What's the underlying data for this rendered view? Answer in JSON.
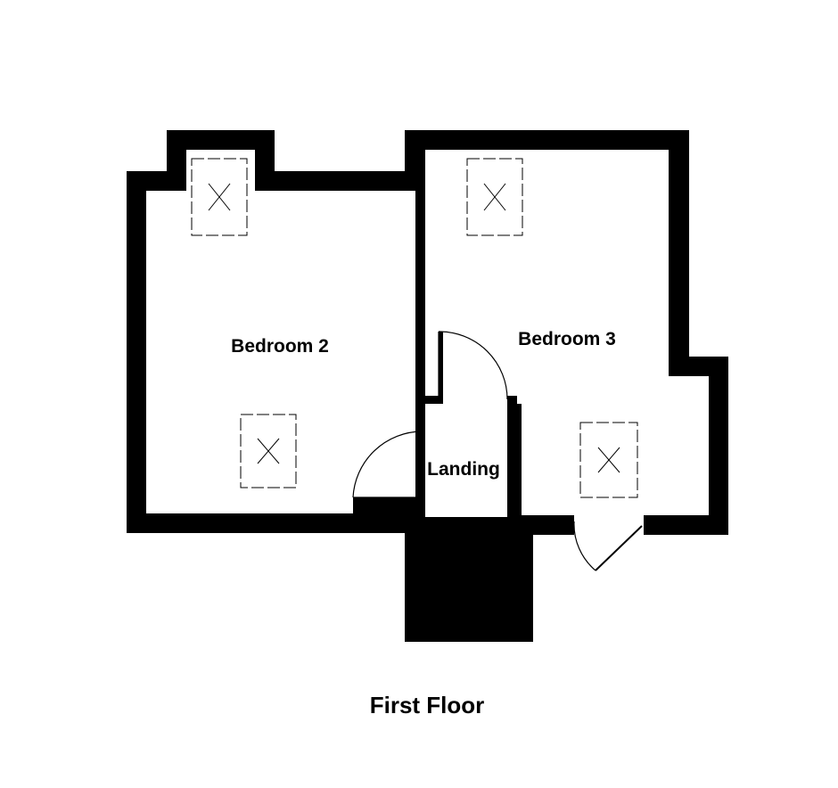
{
  "floor_title": "First Floor",
  "rooms": {
    "bedroom_2": "Bedroom 2",
    "bedroom_3": "Bedroom 3",
    "landing": "Landing"
  },
  "colors": {
    "wall": "#000000",
    "background": "#ffffff",
    "line": "#000000"
  },
  "icons": [
    "skylight-icon",
    "door-swing-icon",
    "staircase-icon"
  ]
}
